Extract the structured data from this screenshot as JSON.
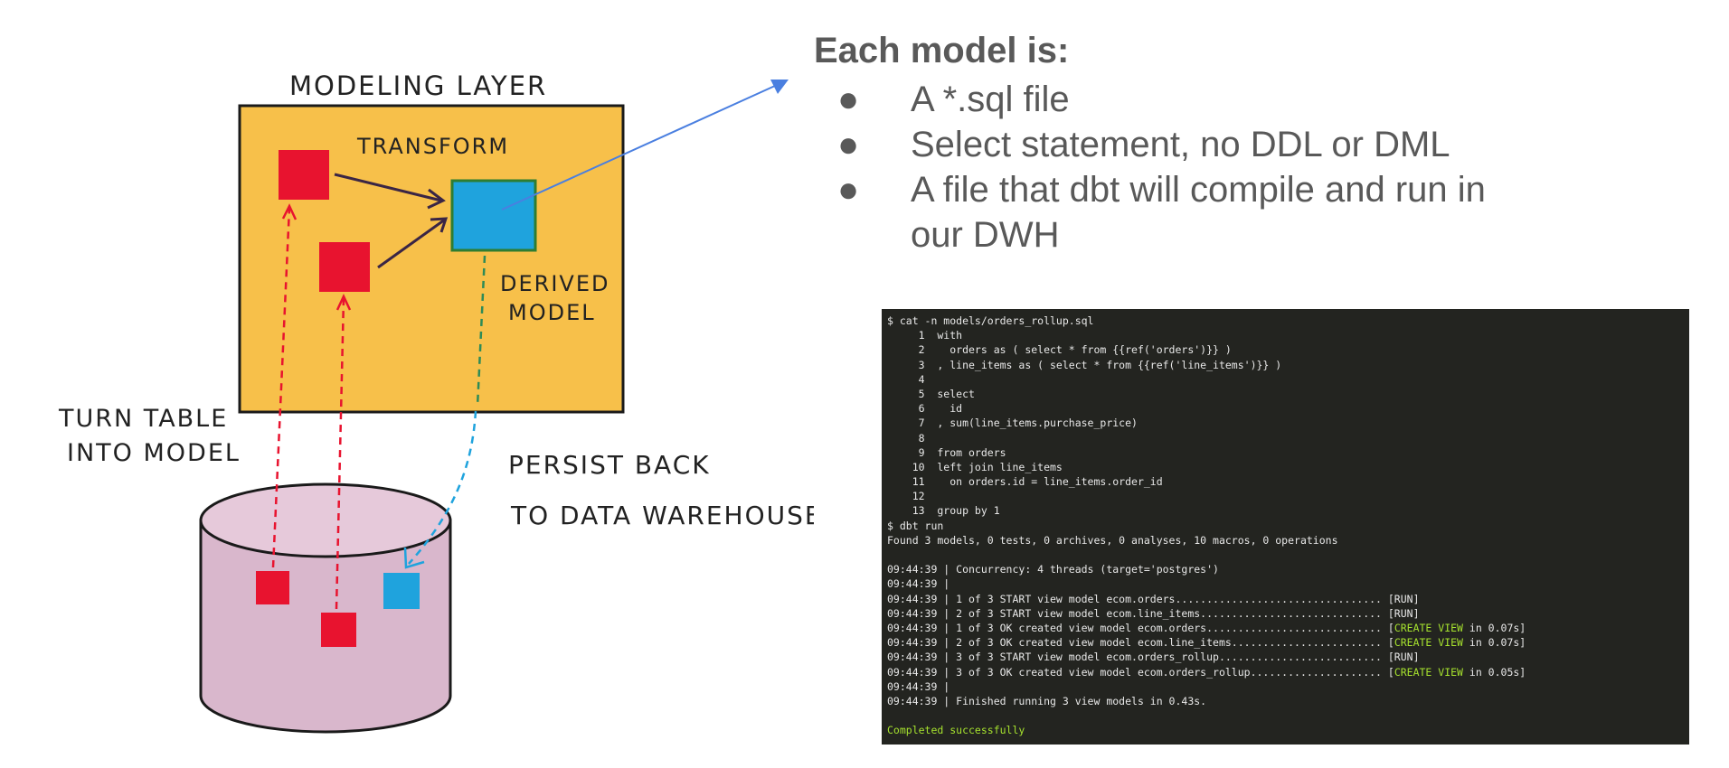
{
  "diagram": {
    "labels": {
      "modeling_layer": "MODELING LAYER",
      "transform": "TRANSFORM",
      "derived_1": "DERIVED",
      "derived_2": "MODEL",
      "turn_1": "TURN TABLE",
      "turn_2": "INTO MODEL",
      "persist_1": "PERSIST BACK",
      "persist_2": "TO DATA WAREHOUSE"
    },
    "colors": {
      "layer": "#f7c04a",
      "table": "#e8132f",
      "model": "#1fa3dd",
      "warehouse": "#d9b7cc",
      "arrow": "#4a7fe0"
    }
  },
  "bullets": {
    "heading": "Each model is:",
    "bullet_char": "●",
    "items": [
      "A *.sql file",
      "Select statement, no DDL or DML",
      "A file that dbt will compile and run in our DWH"
    ]
  },
  "terminal": {
    "lines": [
      {
        "t": "$ cat -n models/orders_rollup.sql"
      },
      {
        "t": "     1  with"
      },
      {
        "t": "     2    orders as ( select * from {{ref('orders')}} )"
      },
      {
        "t": "     3  , line_items as ( select * from {{ref('line_items')}} )"
      },
      {
        "t": "     4"
      },
      {
        "t": "     5  select"
      },
      {
        "t": "     6    id"
      },
      {
        "t": "     7  , sum(line_items.purchase_price)"
      },
      {
        "t": "     8"
      },
      {
        "t": "     9  from orders"
      },
      {
        "t": "    10  left join line_items"
      },
      {
        "t": "    11    on orders.id = line_items.order_id"
      },
      {
        "t": "    12"
      },
      {
        "t": "    13  group by 1"
      },
      {
        "t": "$ dbt run"
      },
      {
        "t": "Found 3 models, 0 tests, 0 archives, 0 analyses, 10 macros, 0 operations"
      },
      {
        "t": ""
      },
      {
        "t": "09:44:39 | Concurrency: 4 threads (target='postgres')"
      },
      {
        "t": "09:44:39 |"
      },
      {
        "t": "09:44:39 | 1 of 3 START view model ecom.orders................................. [RUN]"
      },
      {
        "t": "09:44:39 | 2 of 3 START view model ecom.line_items............................. [RUN]"
      },
      {
        "t": "09:44:39 | 1 of 3 OK created view model ecom.orders............................ [",
        "g": "CREATE VIEW",
        "s": " in 0.07s]"
      },
      {
        "t": "09:44:39 | 2 of 3 OK created view model ecom.line_items........................ [",
        "g": "CREATE VIEW",
        "s": " in 0.07s]"
      },
      {
        "t": "09:44:39 | 3 of 3 START view model ecom.orders_rollup.......................... [RUN]"
      },
      {
        "t": "09:44:39 | 3 of 3 OK created view model ecom.orders_rollup..................... [",
        "g": "CREATE VIEW",
        "s": " in 0.05s]"
      },
      {
        "t": "09:44:39 |"
      },
      {
        "t": "09:44:39 | Finished running 3 view models in 0.43s."
      },
      {
        "t": ""
      },
      {
        "t": "",
        "g": "Completed successfully"
      }
    ]
  }
}
